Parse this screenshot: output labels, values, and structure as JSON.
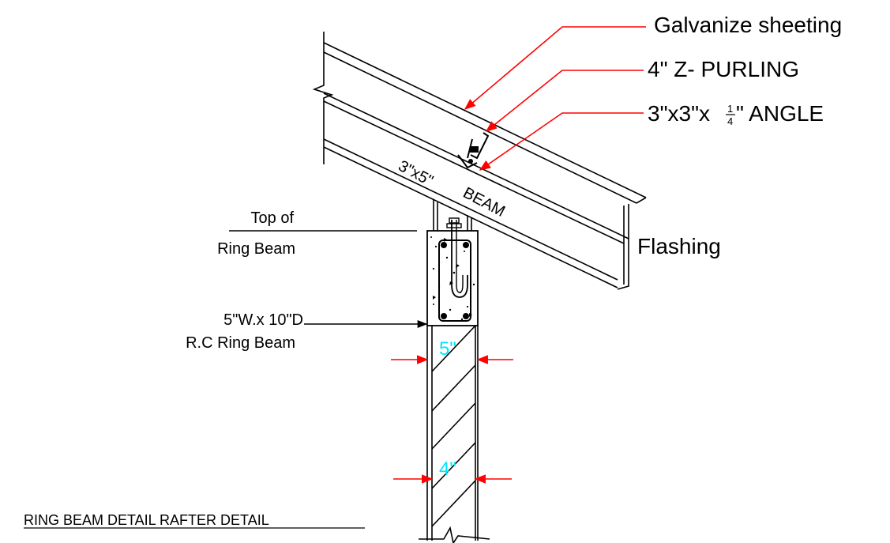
{
  "callouts": {
    "sheeting": "Galvanize sheeting",
    "purlin": "4\" Z- PURLING",
    "angle_prefix": "3\"x3\"x",
    "angle_frac_num": "1",
    "angle_frac_den": "4",
    "angle_suffix": "\" ANGLE",
    "flashing": "Flashing"
  },
  "beam_label": {
    "size": "3\"x5\"",
    "name": "BEAM"
  },
  "ring_beam": {
    "top_line1": "Top of",
    "top_line2": "Ring Beam",
    "section_line1": "5\"W.x 10\"D",
    "section_line2": "R.C Ring Beam"
  },
  "dimensions": {
    "ring_beam_width": "5\"",
    "wall_width": "4\""
  },
  "title": "RING BEAM DETAIL RAFTER DETAIL",
  "colors": {
    "leader": "#ff0000",
    "dimension_text": "#00e5ff",
    "linework": "#000000"
  }
}
